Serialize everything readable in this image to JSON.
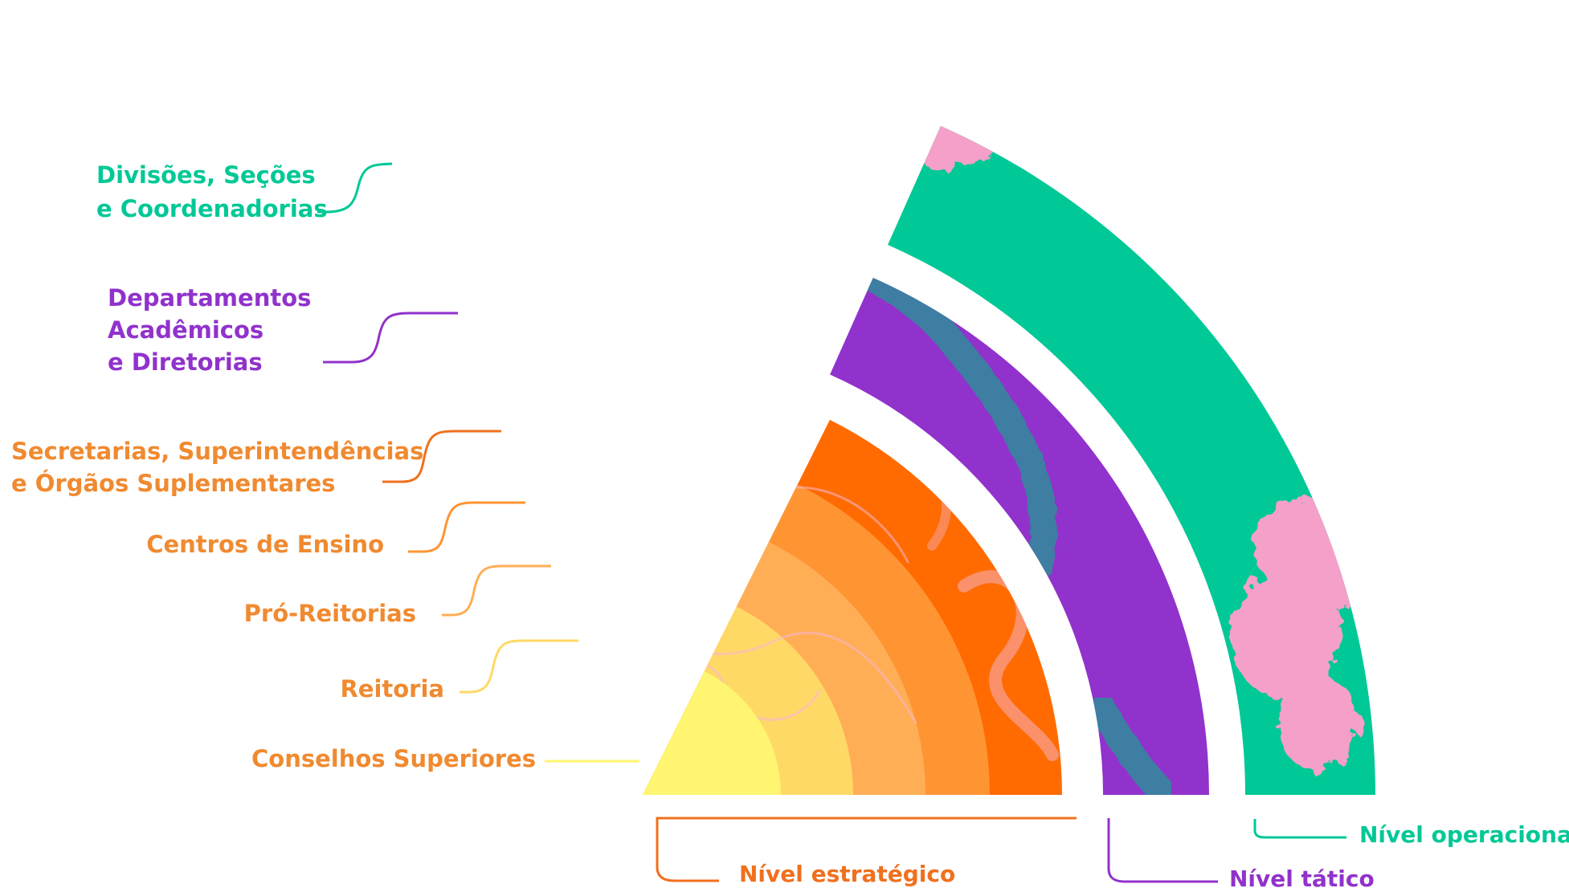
{
  "colors": {
    "green": "#00C896",
    "pink": "#F4A0C8",
    "purple": "#9132CC",
    "teal_streak": "#2E8C9A",
    "orange_dark": "#FF6B00",
    "orange_mid": "#FF9433",
    "orange_light": "#FFAE55",
    "yellow_outer": "#FFD966",
    "yellow_inner": "#FFF571",
    "label_orange": "#F08A30",
    "line_orange": "#F0701E"
  },
  "rings": [
    {
      "name": "Divisões, Seções e Coordenadorias",
      "color": "green",
      "level": "operacional"
    },
    {
      "name": "Departamentos Acadêmicos e Diretorias",
      "color": "purple",
      "level": "tatico"
    },
    {
      "name": "Secretarias, Superintendências e Órgãos Suplementares",
      "color": "orange_dark",
      "level": "estrategico"
    },
    {
      "name": "Centros de Ensino",
      "color": "orange_mid",
      "level": "estrategico"
    },
    {
      "name": "Pró-Reitorias",
      "color": "orange_light",
      "level": "estrategico"
    },
    {
      "name": "Reitoria",
      "color": "yellow_outer",
      "level": "estrategico"
    },
    {
      "name": "Conselhos Superiores",
      "color": "yellow_inner",
      "level": "estrategico"
    }
  ],
  "labels": {
    "divisoes": [
      "Divisões, Seções",
      "e Coordenadorias"
    ],
    "departamentos": [
      "Departamentos",
      "Acadêmicos",
      "e Diretorias"
    ],
    "secretarias": [
      "Secretarias, Superintendências",
      "e Órgãos Suplementares"
    ],
    "centros": "Centros de Ensino",
    "pro_reitorias": "Pró-Reitorias",
    "reitoria": "Reitoria",
    "conselhos": "Conselhos Superiores"
  },
  "levels": {
    "estrategico": "Nível estratégico",
    "tatico": "Nível tático",
    "operacional": "Nível operacional"
  }
}
